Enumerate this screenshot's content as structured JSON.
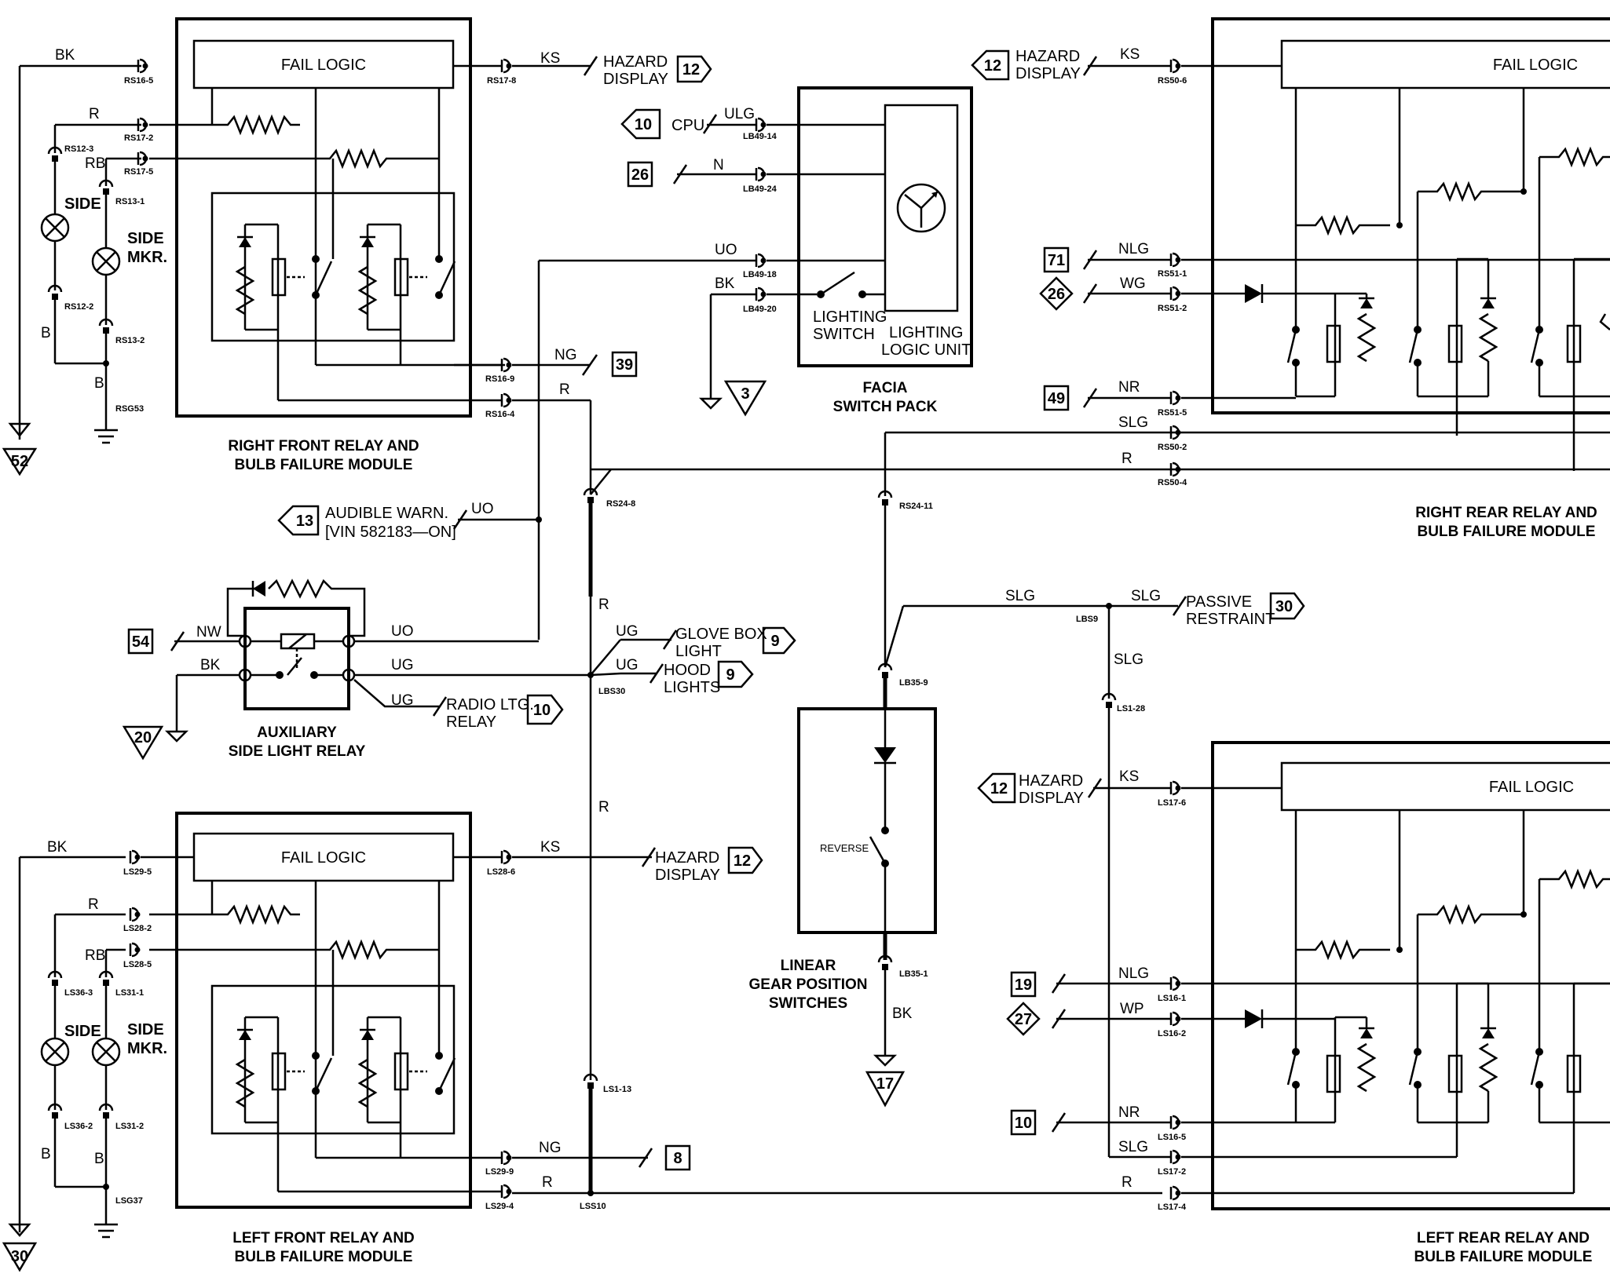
{
  "modules": {
    "rf_title": [
      "RIGHT FRONT RELAY AND",
      "BULB FAILURE MODULE"
    ],
    "lf_title": [
      "LEFT FRONT RELAY AND",
      "BULB FAILURE MODULE"
    ],
    "rr_title": [
      "RIGHT REAR RELAY AND",
      "BULB FAILURE MODULE"
    ],
    "lr_title": [
      "LEFT REAR RELAY AND",
      "BULB FAILURE MODULE"
    ],
    "fail_logic": "FAIL LOGIC",
    "facia_title": [
      "FACIA",
      "SWITCH PACK"
    ],
    "lighting_switch": [
      "LIGHTING",
      "SWITCH"
    ],
    "lighting_logic": [
      "LIGHTING",
      "LOGIC UNIT"
    ],
    "aux_title": [
      "AUXILIARY",
      "SIDE LIGHT RELAY"
    ],
    "gear_title": [
      "LINEAR",
      "GEAR POSITION",
      "SWITCHES"
    ],
    "reverse": "REVERSE"
  },
  "lamps": {
    "side": "SIDE",
    "side_mkr": [
      "SIDE",
      "MKR."
    ]
  },
  "labels": {
    "hazard": [
      "HAZARD",
      "DISPLAY"
    ],
    "cpu": "CPU",
    "audible": [
      "AUDIBLE WARN.",
      "[VIN 582183—ON]"
    ],
    "glove": [
      "GLOVE BOX",
      "LIGHT"
    ],
    "hood": [
      "HOOD",
      "LIGHTS"
    ],
    "radio": [
      "RADIO LTG.",
      "RELAY"
    ],
    "passive": [
      "PASSIVE",
      "RESTRAINT"
    ]
  },
  "refs": {
    "r12a": "12",
    "r10a": "10",
    "r26a": "26",
    "r39": "39",
    "r3": "3",
    "r52": "52",
    "r13": "13",
    "r54": "54",
    "r20": "20",
    "r9a": "9",
    "r9b": "9",
    "r10b": "10",
    "r12b": "12",
    "r8": "8",
    "r30a": "30",
    "r17": "17",
    "r12c": "12",
    "r71": "71",
    "r26b": "26",
    "r49": "49",
    "r30b": "30",
    "r12d": "12",
    "r19": "19",
    "r27": "27",
    "r10c": "10"
  },
  "wires": {
    "bk": "BK",
    "r": "R",
    "rb": "RB",
    "b": "B",
    "ks": "KS",
    "ulg": "ULG",
    "n": "N",
    "uo": "UO",
    "ng": "NG",
    "nw": "NW",
    "ug": "UG",
    "slg": "SLG",
    "nlg": "NLG",
    "wg": "WG",
    "nr": "NR",
    "wp": "WP"
  },
  "connectors": {
    "rs16_5": "RS16-5",
    "rs17_2": "RS17-2",
    "rs17_5": "RS17-5",
    "rs12_3": "RS12-3",
    "rs13_1": "RS13-1",
    "rs12_2": "RS12-2",
    "rs13_2": "RS13-2",
    "rsg53": "RSG53",
    "rs17_8": "RS17-8",
    "rs16_9": "RS16-9",
    "rs16_4": "RS16-4",
    "lb49_14": "LB49-14",
    "lb49_24": "LB49-24",
    "lb49_18": "LB49-18",
    "lb49_20": "LB49-20",
    "rs24_8": "RS24-8",
    "rs24_11": "RS24-11",
    "lbs30": "LBS30",
    "lbs9": "LBS9",
    "lb35_9": "LB35-9",
    "lb35_1": "LB35-1",
    "ls1_28": "LS1-28",
    "ls1_13": "LS1-13",
    "lss10": "LSS10",
    "ls29_5": "LS29-5",
    "ls28_2": "LS28-2",
    "ls28_5": "LS28-5",
    "ls36_3": "LS36-3",
    "ls31_1": "LS31-1",
    "ls36_2": "LS36-2",
    "ls31_2": "LS31-2",
    "lsg37": "LSG37",
    "ls28_6": "LS28-6",
    "ls29_9": "LS29-9",
    "ls29_4": "LS29-4",
    "rs50_6": "RS50-6",
    "rs51_1": "RS51-1",
    "rs51_2": "RS51-2",
    "rs51_5": "RS51-5",
    "rs50_2": "RS50-2",
    "rs50_4": "RS50-4",
    "ls17_6": "LS17-6",
    "ls16_1": "LS16-1",
    "ls16_2": "LS16-2",
    "ls16_5": "LS16-5",
    "ls17_2": "LS17-2",
    "ls17_4": "LS17-4"
  }
}
